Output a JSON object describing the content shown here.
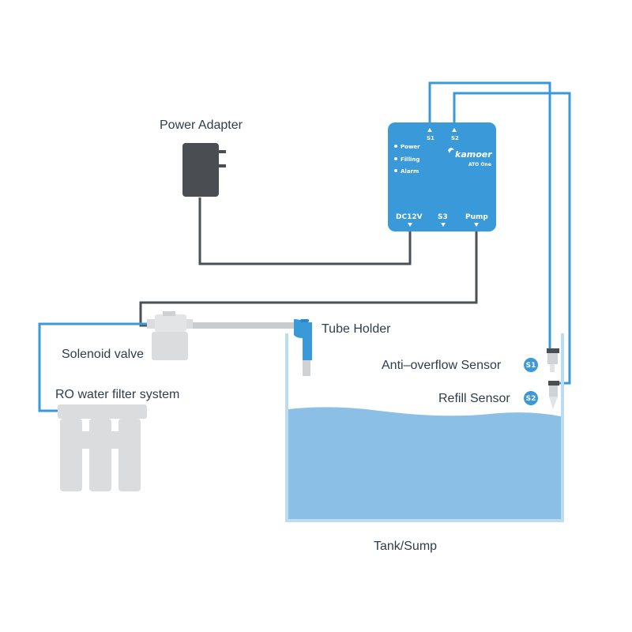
{
  "labels": {
    "power_adapter": "Power Adapter",
    "tube_holder": "Tube Holder",
    "solenoid_valve": "Solenoid valve",
    "ro_filter": "RO water filter system",
    "anti_overflow": "Anti–overflow Sensor",
    "refill": "Refill Sensor",
    "tank": "Tank/Sump"
  },
  "badges": {
    "s1": "S1",
    "s2": "S2"
  },
  "controller": {
    "brand": "kamoer",
    "model": "ATO One",
    "indicators": [
      "Power",
      "Filling",
      "Alarm"
    ],
    "top_ports": [
      "S1",
      "S2"
    ],
    "bottom_ports": [
      "DC12V",
      "S3",
      "Pump"
    ]
  },
  "colors": {
    "blue_wire": "#3a9ad9",
    "gray_wire": "#4a5056",
    "controller": "#3a9ad9",
    "water": "#8bbfe6",
    "device_gray": "#dadcde",
    "adapter": "#4a4d52"
  },
  "icons": [
    "power-adapter-icon",
    "solenoid-valve-icon",
    "ro-filter-icon",
    "tube-holder-icon",
    "sensor-icon"
  ]
}
